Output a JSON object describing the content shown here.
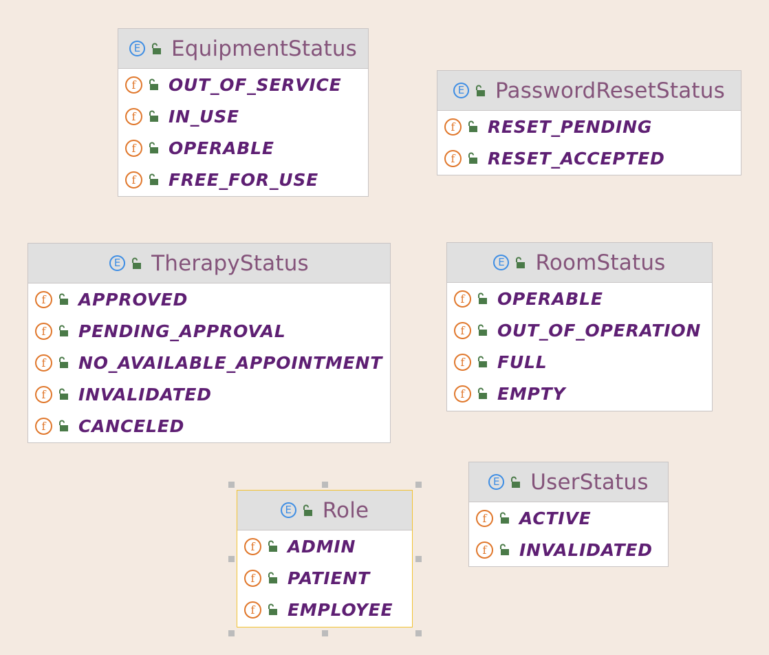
{
  "colors": {
    "background": "#f4eae1",
    "header": "#e0e0e0",
    "title_text": "#84537a",
    "constant_text": "#5e1f73",
    "enum_icon": "#3d8de4",
    "field_icon": "#e0772b",
    "lock_icon": "#4a7a48",
    "selection_border": "#f2c230"
  },
  "icons": {
    "enum": "enum-icon",
    "field": "field-icon",
    "visibility": "public-lock-icon"
  },
  "icon_letters": {
    "enum": "E",
    "field": "f"
  },
  "enums": [
    {
      "name": "EquipmentStatus",
      "constants": [
        "OUT_OF_SERVICE",
        "IN_USE",
        "OPERABLE",
        "FREE_FOR_USE"
      ]
    },
    {
      "name": "PasswordResetStatus",
      "constants": [
        "RESET_PENDING",
        "RESET_ACCEPTED"
      ]
    },
    {
      "name": "TherapyStatus",
      "constants": [
        "APPROVED",
        "PENDING_APPROVAL",
        "NO_AVAILABLE_APPOINTMENT",
        "INVALIDATED",
        "CANCELED"
      ]
    },
    {
      "name": "RoomStatus",
      "constants": [
        "OPERABLE",
        "OUT_OF_OPERATION",
        "FULL",
        "EMPTY"
      ]
    },
    {
      "name": "Role",
      "constants": [
        "ADMIN",
        "PATIENT",
        "EMPLOYEE"
      ],
      "selected": true
    },
    {
      "name": "UserStatus",
      "constants": [
        "ACTIVE",
        "INVALIDATED"
      ]
    }
  ]
}
